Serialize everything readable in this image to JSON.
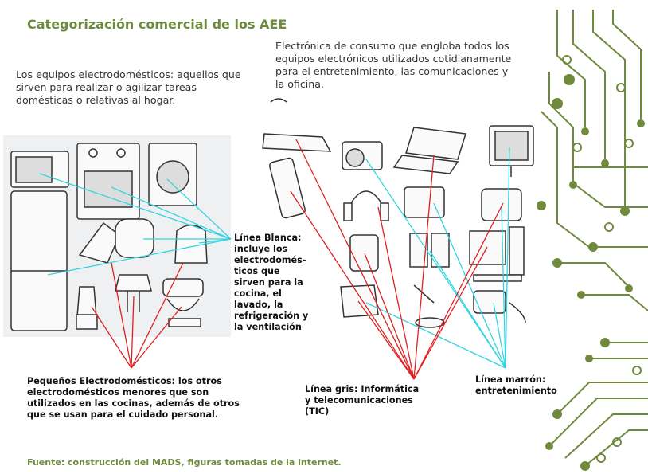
{
  "title": "Categorización comercial de los AEE",
  "appliances_text": "Los equipos electrodomésticos: aquellos que sirven para realizar o agilizar tareas domésticas o relativas al hogar.",
  "consumer_text": "Electrónica de consumo que engloba todos los equipos electrónicos utilizados cotidianamente para el entretenimiento, las comunicaciones y la oficina.",
  "labels": {
    "linea_blanca": "Línea Blanca: incluye los electrodomés-ticos que sirven para la cocina, el lavado, la refrigeración y la ventilación",
    "pequenos": "Pequeños Electrodomésticos: los otros electrodomésticos menores que son utilizados en las cocinas, además de otros que se usan para el cuidado personal.",
    "linea_gris": "Línea gris: Informática y telecomunicaciones (TIC)",
    "linea_marron": "Línea marrón: entretenimiento"
  },
  "source": "Fuente: construcción del MADS, figuras tomadas de la internet.",
  "colors": {
    "title": "#6f8a3c",
    "cyan_line": "#35d4e0",
    "red_line": "#e02020",
    "circuit": "#6f8a3c"
  },
  "icons": [
    "microwave-icon",
    "stove-icon",
    "washing-machine-icon",
    "refrigerator-icon",
    "iron-icon",
    "rice-cooker-icon",
    "kettle-icon",
    "blender-icon",
    "hand-mixer-icon",
    "stand-mixer-icon",
    "router-icon",
    "mobile-phone-icon",
    "camera-icon",
    "laptop-icon",
    "monitor-icon",
    "headphones-icon",
    "radio-icon",
    "pager-icon",
    "media-player-icon",
    "speakers-icon",
    "desktop-computer-icon",
    "game-console-icon",
    "microphone-icon",
    "mp3-player-icon"
  ]
}
